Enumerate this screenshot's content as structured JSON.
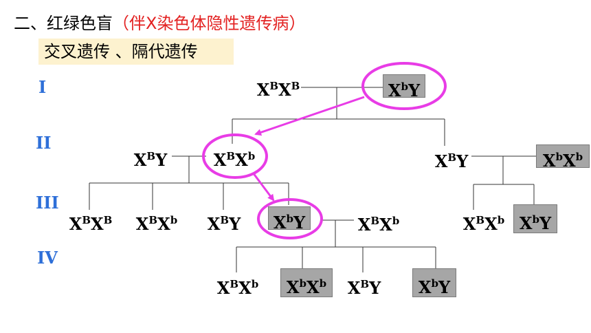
{
  "header": {
    "title_prefix": "二、红绿色盲",
    "title_note": "（伴X染色体隐性遗传病）",
    "subtitle": "交叉遗传 、隔代遗传"
  },
  "colors": {
    "note_red": "#e32222",
    "generation_blue": "#2e6fd8",
    "highlight_magenta": "#e83ce6",
    "affected_fill": "#a6a6a6"
  },
  "generations": [
    "I",
    "II",
    "III",
    "IV"
  ],
  "genotypes": {
    "g1_father": {
      "base": "X",
      "a1": "B",
      "mid": "X",
      "a2": "B",
      "affected": false
    },
    "g1_grandfather": {
      "base": "X",
      "a1": "b",
      "mid": "Y",
      "a2": "",
      "affected": true
    },
    "g2_husband": {
      "base": "X",
      "a1": "B",
      "mid": "Y",
      "a2": "",
      "affected": false
    },
    "g2_carrier": {
      "base": "X",
      "a1": "B",
      "mid": "X",
      "a2": "b",
      "affected": false
    },
    "g2_son": {
      "base": "X",
      "a1": "B",
      "mid": "Y",
      "a2": "",
      "affected": false
    },
    "g2_wife": {
      "base": "X",
      "a1": "b",
      "mid": "X",
      "a2": "b",
      "affected": true
    },
    "g3_1": {
      "base": "X",
      "a1": "B",
      "mid": "X",
      "a2": "B",
      "affected": false
    },
    "g3_2": {
      "base": "X",
      "a1": "B",
      "mid": "X",
      "a2": "b",
      "affected": false
    },
    "g3_3": {
      "base": "X",
      "a1": "B",
      "mid": "Y",
      "a2": "",
      "affected": false
    },
    "g3_4": {
      "base": "X",
      "a1": "b",
      "mid": "Y",
      "a2": "",
      "affected": true
    },
    "g3_spouse": {
      "base": "X",
      "a1": "B",
      "mid": "X",
      "a2": "b",
      "affected": false
    },
    "g3_5": {
      "base": "X",
      "a1": "B",
      "mid": "X",
      "a2": "b",
      "affected": false
    },
    "g3_6": {
      "base": "X",
      "a1": "b",
      "mid": "Y",
      "a2": "",
      "affected": true
    },
    "g4_1": {
      "base": "X",
      "a1": "B",
      "mid": "X",
      "a2": "b",
      "affected": false
    },
    "g4_2": {
      "base": "X",
      "a1": "b",
      "mid": "X",
      "a2": "b",
      "affected": true
    },
    "g4_3": {
      "base": "X",
      "a1": "B",
      "mid": "Y",
      "a2": "",
      "affected": false
    },
    "g4_4": {
      "base": "X",
      "a1": "b",
      "mid": "Y",
      "a2": "",
      "affected": true
    }
  }
}
